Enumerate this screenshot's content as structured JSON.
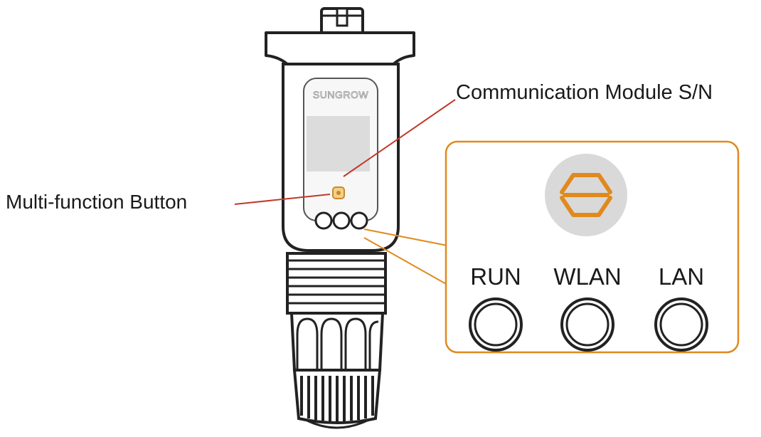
{
  "diagram": {
    "device_brand": "SUNGROW",
    "callouts": {
      "serial_number": "Communication Module S/N",
      "multi_function_button": "Multi-function Button"
    },
    "indicators": [
      {
        "label": "RUN"
      },
      {
        "label": "WLAN"
      },
      {
        "label": "LAN"
      }
    ],
    "colors": {
      "accent": "#e08a1e",
      "callout_line": "#c0392b",
      "outline": "#222222",
      "badge_bg": "#d9d9d9"
    },
    "icons": {
      "badge": "hexagon-logo-icon"
    }
  }
}
